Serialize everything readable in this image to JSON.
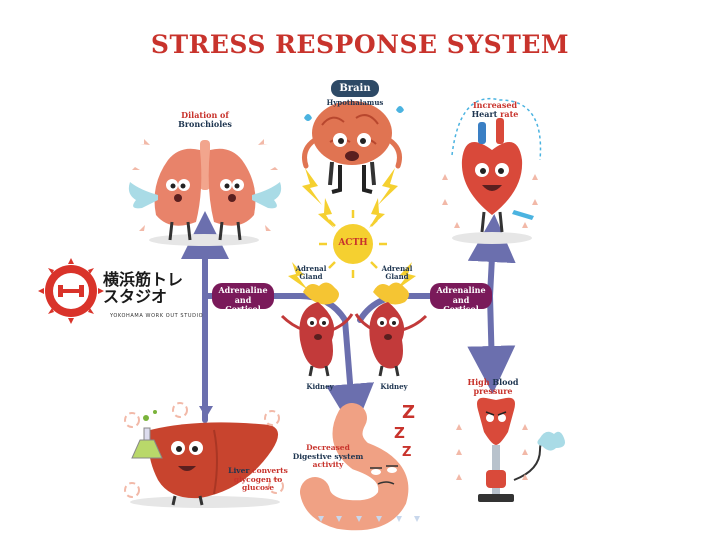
{
  "title": "STRESS RESPONSE SYSTEM",
  "brain": {
    "tag": "Brain",
    "sub": "Hypothalamus"
  },
  "acth": "ACTH",
  "lungs": {
    "line1": "Dilation of",
    "line2": "Bronchioles"
  },
  "heart": {
    "line1": "Increased",
    "line2_a": "Heart",
    "line2_b": "rate"
  },
  "adrenal": {
    "left_line1": "Adrenal",
    "left_line2": "Gland",
    "right_line1": "Adrenal",
    "right_line2": "Gland"
  },
  "kidney": {
    "left": "Kidney",
    "right": "Kidney"
  },
  "pill": {
    "left_line1": "Adrenaline",
    "left_line2": "and Cortisol",
    "right_line1": "Adrenaline",
    "right_line2": "and Cortisol"
  },
  "liver": {
    "l1_a": "Liver",
    "l1_b": "converts",
    "l2": "glycogen to",
    "l3": "glucose"
  },
  "digestive": {
    "l1": "Decreased",
    "l2": "Digestive system",
    "l3": "activity"
  },
  "bp": {
    "l1_a": "High",
    "l1_b": "Blood",
    "l2": "pressure"
  },
  "logo": {
    "jp_line1": "横浜筋トレ",
    "jp_line2": "スタジオ",
    "en": "YOKOHAMA WORK OUT STUDIO"
  },
  "zzz": "Z Z Z",
  "colors": {
    "title": "#c8332c",
    "arrow": "#6b6fae",
    "pill": "#7a1a5a",
    "organ": "#d9573a",
    "acth": "#f5d030"
  }
}
